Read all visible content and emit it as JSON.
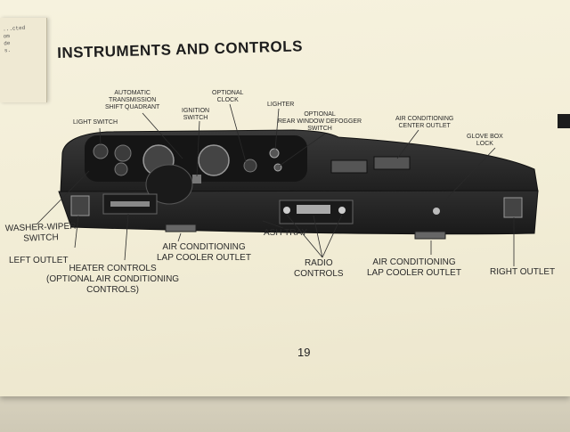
{
  "page": {
    "title": "INSTRUMENTS AND CONTROLS",
    "page_number": "19",
    "prev_page_fragment": "...cted\nom\nde\ns."
  },
  "labels": {
    "automatic_transmission": "AUTOMATIC\nTRANSMISSION\nSHIFT QUADRANT",
    "optional_clock": "OPTIONAL\nCLOCK",
    "lighter": "LIGHTER",
    "light_switch": "LIGHT SWITCH",
    "ignition_switch": "IGNITION\nSWITCH",
    "rear_window_defogger": "OPTIONAL\nREAR WINDOW DEFOGGER\nSWITCH",
    "ac_center_outlet": "AIR CONDITIONING\nCENTER OUTLET",
    "glove_box_lock": "GLOVE BOX\nLOCK",
    "washer_wiper_switch": "WASHER-WIPER\nSWITCH",
    "left_outlet": "LEFT OUTLET",
    "heater_controls": "HEATER CONTROLS\n(OPTIONAL AIR CONDITIONING\nCONTROLS)",
    "ac_lap_cooler_outlet_left": "AIR CONDITIONING\nLAP COOLER OUTLET",
    "ash_tray": "ASH TRAY",
    "radio_controls": "RADIO\nCONTROLS",
    "ac_lap_cooler_outlet_right": "AIR CONDITIONING\nLAP COOLER OUTLET",
    "right_outlet": "RIGHT OUTLET"
  },
  "colors": {
    "paper": "#f3eed8",
    "ink": "#222222",
    "dashboard": "#2b2b2b",
    "tab_marker": "#1c1c1c"
  }
}
